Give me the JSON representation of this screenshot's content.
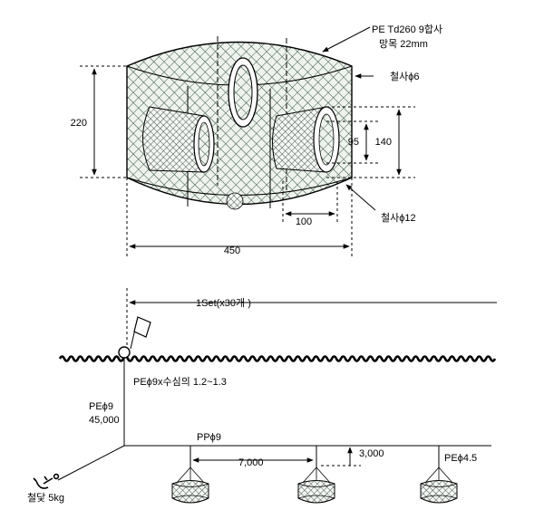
{
  "trap_detail": {
    "net_spec_line1": "PE Td260 9합사",
    "net_spec_line2": "망목 22mm",
    "frame_wire_top": "철사ϕ6",
    "frame_wire_bottom": "철사ϕ12",
    "dim_height": "220",
    "dim_width": "450",
    "dim_entrance_width": "100",
    "dim_entrance_height": "95",
    "dim_entrance_depth": "140"
  },
  "rigging": {
    "set_label": "1Set(x30개 )",
    "float_line": "PEϕ9x수심의 1.2~1.3",
    "down_line_material": "PEϕ9",
    "down_line_length": "45,000",
    "main_line": "PPϕ9",
    "trap_spacing": "7,000",
    "branch_length": "3,000",
    "branch_line": "PEϕ4.5",
    "anchor": "철닻 5kg"
  }
}
